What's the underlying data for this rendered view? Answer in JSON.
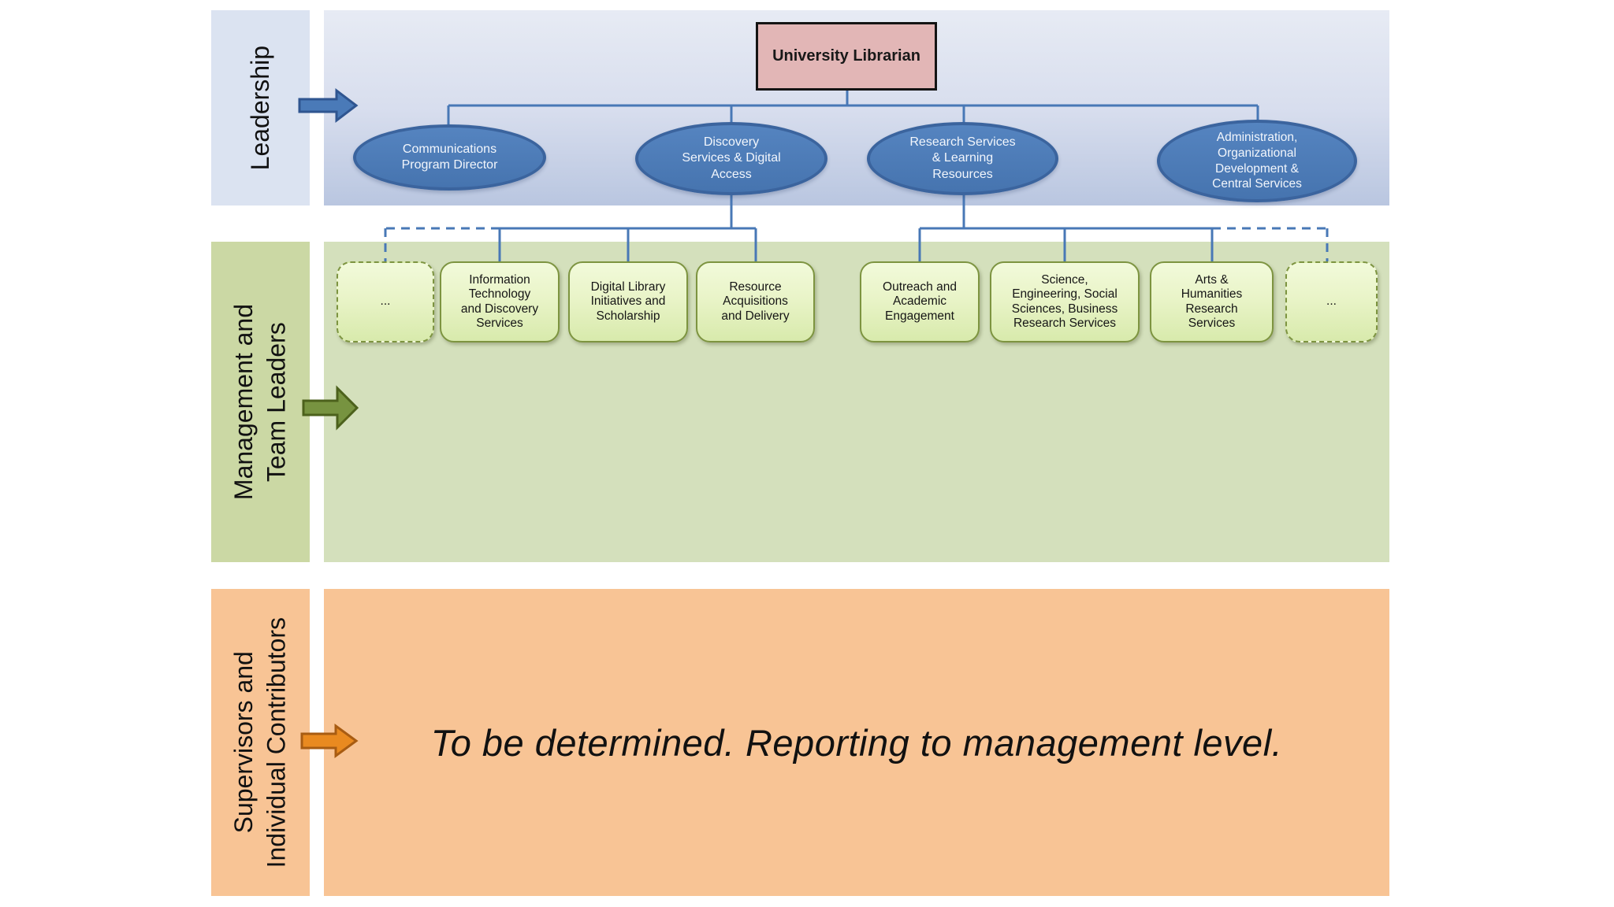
{
  "bands": {
    "leadership": {
      "label": "Leadership"
    },
    "management": {
      "label": "Management and\nTeam Leaders"
    },
    "supervisors": {
      "label": "Supervisors and\nIndividual Contributors"
    }
  },
  "org": {
    "root": {
      "label": "University Librarian"
    },
    "directors": [
      {
        "label": "Communications\nProgram Director"
      },
      {
        "label": "Discovery\nServices & Digital\nAccess"
      },
      {
        "label": "Research Services\n& Learning\nResources"
      },
      {
        "label": "Administration,\nOrganizational\nDevelopment &\nCentral Services"
      }
    ],
    "teams": [
      {
        "label": "..."
      },
      {
        "label": "Information\nTechnology\nand Discovery\nServices"
      },
      {
        "label": "Digital Library\nInitiatives and\nScholarship"
      },
      {
        "label": "Resource\nAcquisitions\nand Delivery"
      },
      {
        "label": "Outreach and\nAcademic\nEngagement"
      },
      {
        "label": "Science,\nEngineering, Social\nSciences, Business\nResearch Services"
      },
      {
        "label": "Arts &\nHumanities\nResearch\nServices"
      },
      {
        "label": "..."
      }
    ],
    "supervisors_note": "To be determined. Reporting to management level."
  },
  "colors": {
    "leadership_label_bg": "#dbe3f1",
    "leadership_band_top": "#e7ebf4",
    "leadership_band_bottom": "#b9c6e0",
    "management_label_bg": "#cbd8a4",
    "management_band_bg": "#d4e0bc",
    "supervisors_band_bg": "#f8c495",
    "connector_blue": "#4878b6",
    "director_ellipse_fill": "#4a78b5",
    "director_ellipse_border": "#3b649e",
    "root_box_fill": "#e2b6b6",
    "team_box_fill_top": "#f2fada",
    "team_box_fill_bottom": "#d8eaac",
    "team_box_border": "#7d9440",
    "arrow_blue": "#4a7ab8",
    "arrow_green": "#779340",
    "arrow_orange": "#e98a20"
  }
}
